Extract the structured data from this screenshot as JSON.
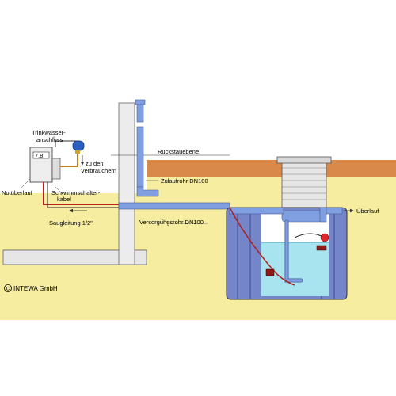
{
  "labels": {
    "trinkwasser": "Trinkwasser-",
    "anschluss": "anschluss",
    "zu_den": "zu den",
    "verbrauchern": "Verbrauchern",
    "notueberlauf": "Notüberlauf",
    "schwimm1": "Schwimmschalter-",
    "schwimm2": "kabel",
    "saugleitung": "Saugleitung 1/2\"",
    "rueckstauebene": "Rückstauebene",
    "zulaufrohr": "Zulaufrohr DN100",
    "versorgungsrohr": "Versorgungsrohr DN100",
    "ueberlauf": "Überlauf",
    "copyright": "INTEWA GmbH",
    "copyright_symbol": "C"
  },
  "colors": {
    "ground": "#f6eda0",
    "topsoil": "#d98a4a",
    "wall": "#e8e8e8",
    "tank": "#7585c9",
    "water": "#a8e4ef",
    "pipe": "#7f9fe0",
    "float_ball": "#e0262a"
  }
}
